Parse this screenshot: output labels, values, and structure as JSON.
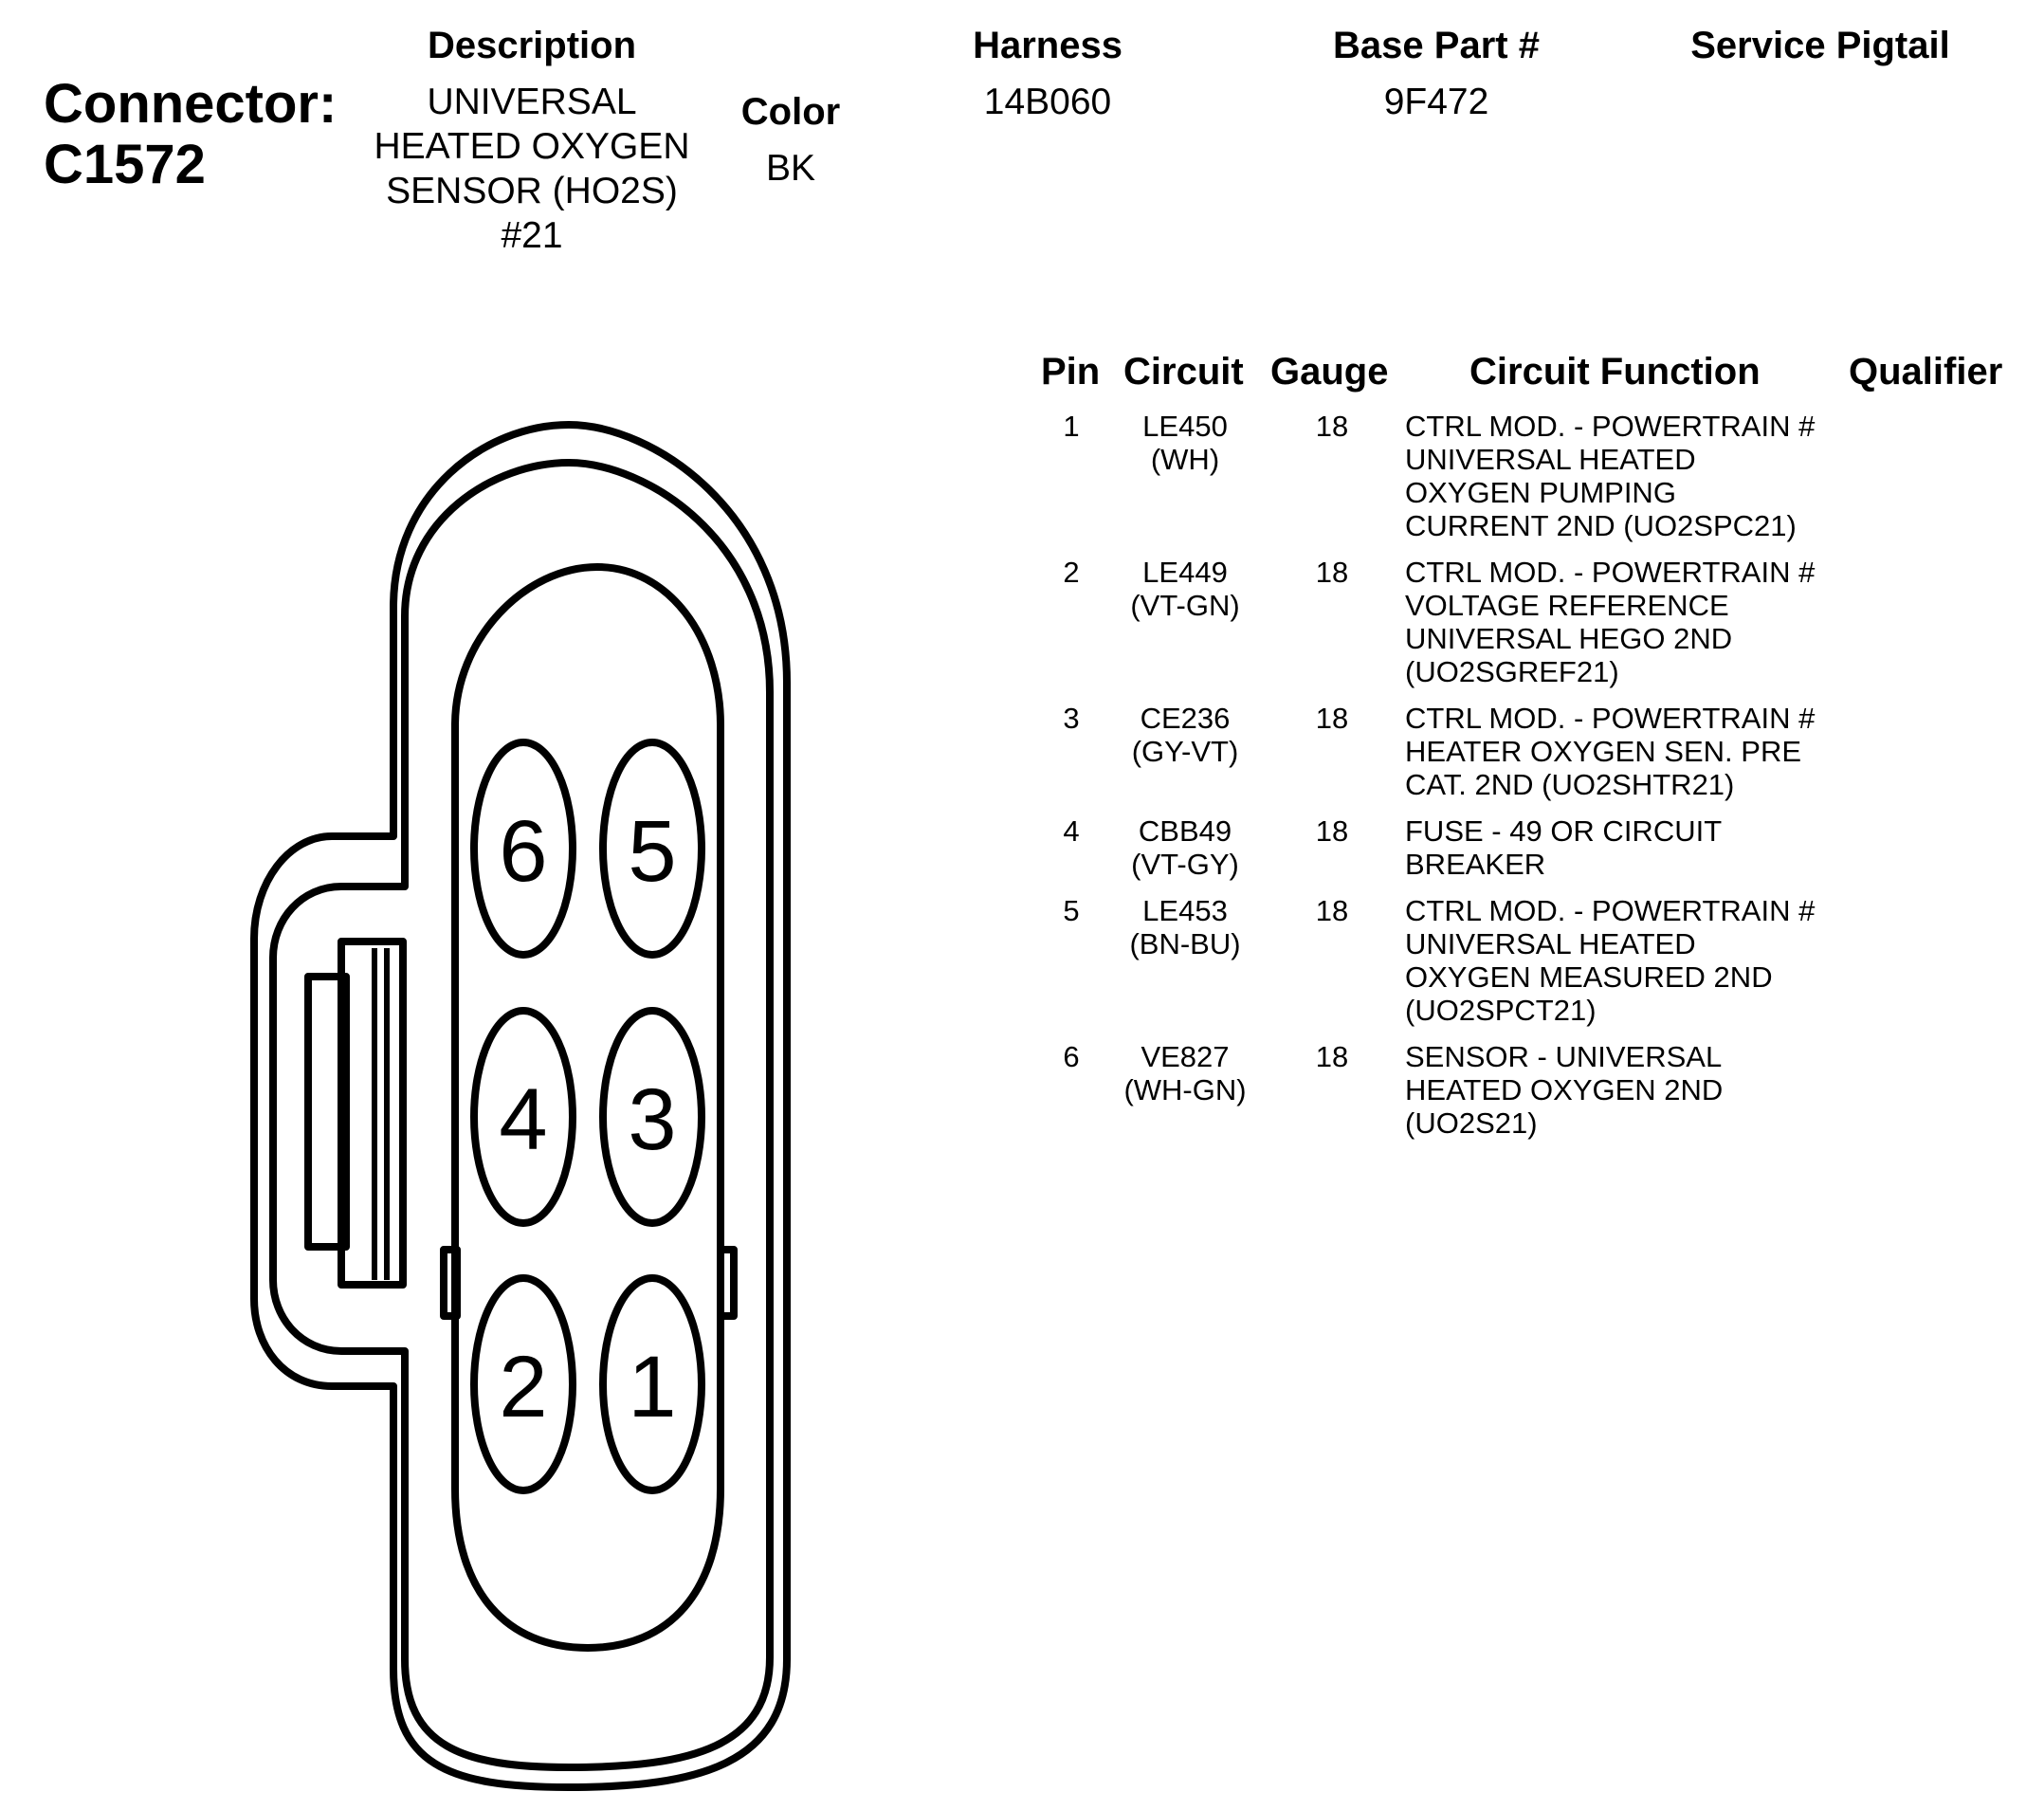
{
  "header": {
    "connector_label": "Connector:",
    "connector_id": "C1572",
    "description_label": "Description",
    "description_lines": [
      "UNIVERSAL",
      "HEATED OXYGEN",
      "SENSOR (HO2S)",
      "#21"
    ],
    "color_label": "Color",
    "color_value": "BK",
    "harness_label": "Harness",
    "harness_value": "14B060",
    "base_part_label": "Base Part #",
    "base_part_value": "9F472",
    "service_pigtail_label": "Service Pigtail"
  },
  "table": {
    "columns": [
      "Pin",
      "Circuit",
      "Gauge",
      "Circuit Function",
      "Qualifier"
    ],
    "rows": [
      {
        "pin": "1",
        "circuit": "LE450",
        "wire_color": "(WH)",
        "gauge": "18",
        "function_lines": [
          "CTRL MOD. - POWERTRAIN #",
          "UNIVERSAL HEATED",
          "OXYGEN PUMPING",
          "CURRENT 2ND (UO2SPC21)"
        ]
      },
      {
        "pin": "2",
        "circuit": "LE449",
        "wire_color": "(VT-GN)",
        "gauge": "18",
        "function_lines": [
          "CTRL MOD. - POWERTRAIN #",
          "VOLTAGE REFERENCE",
          "UNIVERSAL HEGO 2ND",
          "(UO2SGREF21)"
        ]
      },
      {
        "pin": "3",
        "circuit": "CE236",
        "wire_color": "(GY-VT)",
        "gauge": "18",
        "function_lines": [
          "CTRL MOD. - POWERTRAIN #",
          "HEATER OXYGEN SEN. PRE",
          "CAT. 2ND (UO2SHTR21)"
        ]
      },
      {
        "pin": "4",
        "circuit": "CBB49",
        "wire_color": "(VT-GY)",
        "gauge": "18",
        "function_lines": [
          "FUSE - 49 OR CIRCUIT",
          "BREAKER"
        ]
      },
      {
        "pin": "5",
        "circuit": "LE453",
        "wire_color": "(BN-BU)",
        "gauge": "18",
        "function_lines": [
          "CTRL MOD. - POWERTRAIN #",
          "UNIVERSAL HEATED",
          "OXYGEN MEASURED 2ND",
          "(UO2SPCT21)"
        ]
      },
      {
        "pin": "6",
        "circuit": "VE827",
        "wire_color": "(WH-GN)",
        "gauge": "18",
        "function_lines": [
          "SENSOR - UNIVERSAL",
          "HEATED OXYGEN 2ND",
          "(UO2S21)"
        ]
      }
    ]
  },
  "diagram": {
    "pin_labels": [
      "6",
      "5",
      "4",
      "3",
      "2",
      "1"
    ]
  }
}
